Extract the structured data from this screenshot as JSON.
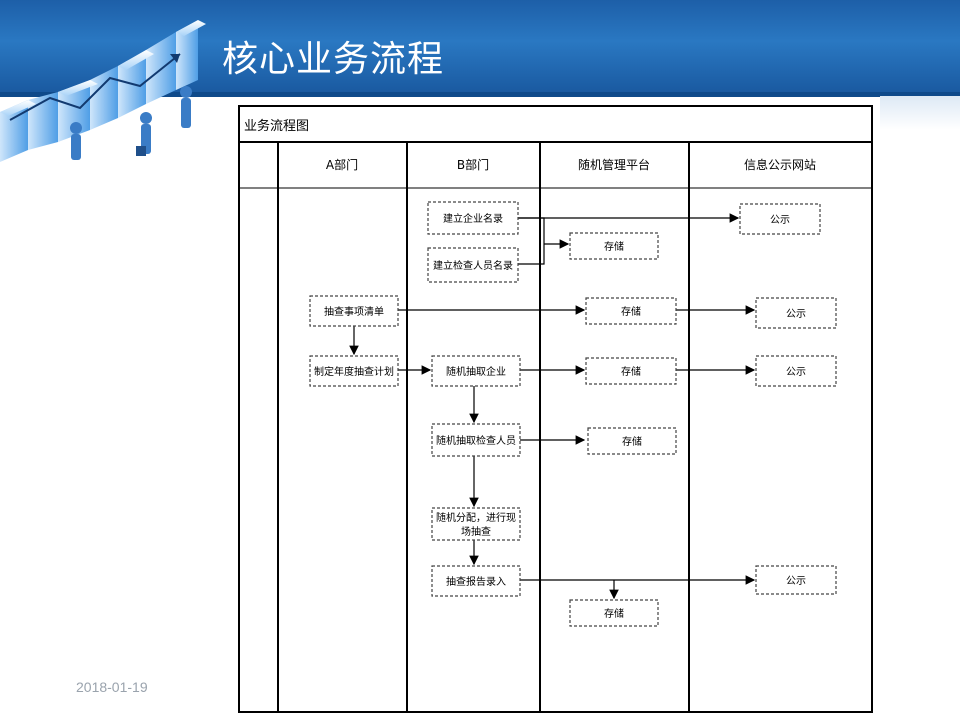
{
  "slide": {
    "title": "核心业务流程",
    "date": "2018-01-19"
  },
  "diagram": {
    "title": "业务流程图",
    "lanes": [
      "A部门",
      "B部门",
      "随机管理平台",
      "信息公示网站"
    ],
    "nodes": {
      "build_company_list": "建立企业名录",
      "build_inspector_list": "建立检查人员名录",
      "store_1": "存储",
      "publish_1": "公示",
      "checklist": "抽查事项清单",
      "store_2": "存储",
      "publish_2": "公示",
      "annual_plan": "制定年度抽查计划",
      "random_company": "随机抽取企业",
      "store_3": "存储",
      "publish_3": "公示",
      "random_inspector": "随机抽取检查人员",
      "store_4": "存储",
      "assign_line1": "随机分配，进行现",
      "assign_line2": "场抽查",
      "report_entry": "抽查报告录入",
      "publish_4": "公示",
      "store_5": "存储"
    }
  },
  "colors": {
    "banner": "#1d5fa8",
    "line": "#000000",
    "dashed_border": "#444444"
  }
}
